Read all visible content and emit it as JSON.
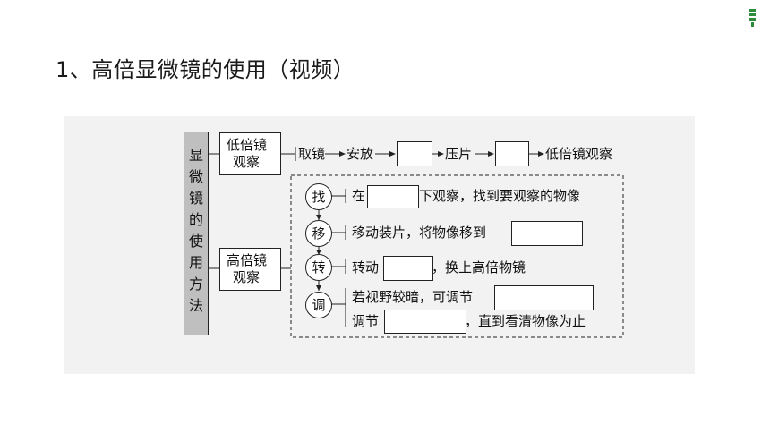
{
  "title": "1、高倍显微镜的使用（视频）",
  "diagram": {
    "main_label": [
      "显",
      "微",
      "镜",
      "的",
      "使",
      "用",
      "方",
      "法"
    ],
    "low_box": [
      "低倍镜",
      "观察"
    ],
    "high_box": [
      "高倍镜",
      "观察"
    ],
    "low_steps": {
      "s1": "取镜",
      "s2": "安放",
      "s3": "压片",
      "s4": "低倍镜观察"
    },
    "steps": [
      {
        "char": "找",
        "text_a": "在",
        "text_b": "下观察，找到要观察的物像"
      },
      {
        "char": "移",
        "text_a": "移动装片，将物像移到",
        "text_b": ""
      },
      {
        "char": "转",
        "text_a": "转动",
        "text_b": "，换上高倍物镜"
      },
      {
        "char": "调",
        "text_a": "若视野较暗，可调节",
        "text_b": ""
      },
      {
        "char": "",
        "text_a": "调节",
        "text_b": "，直到看清物像为止"
      }
    ]
  },
  "colors": {
    "panel": "#f2f2f2",
    "label_fill": "#bfbfbf",
    "logo_green": "#2e8b3a"
  }
}
